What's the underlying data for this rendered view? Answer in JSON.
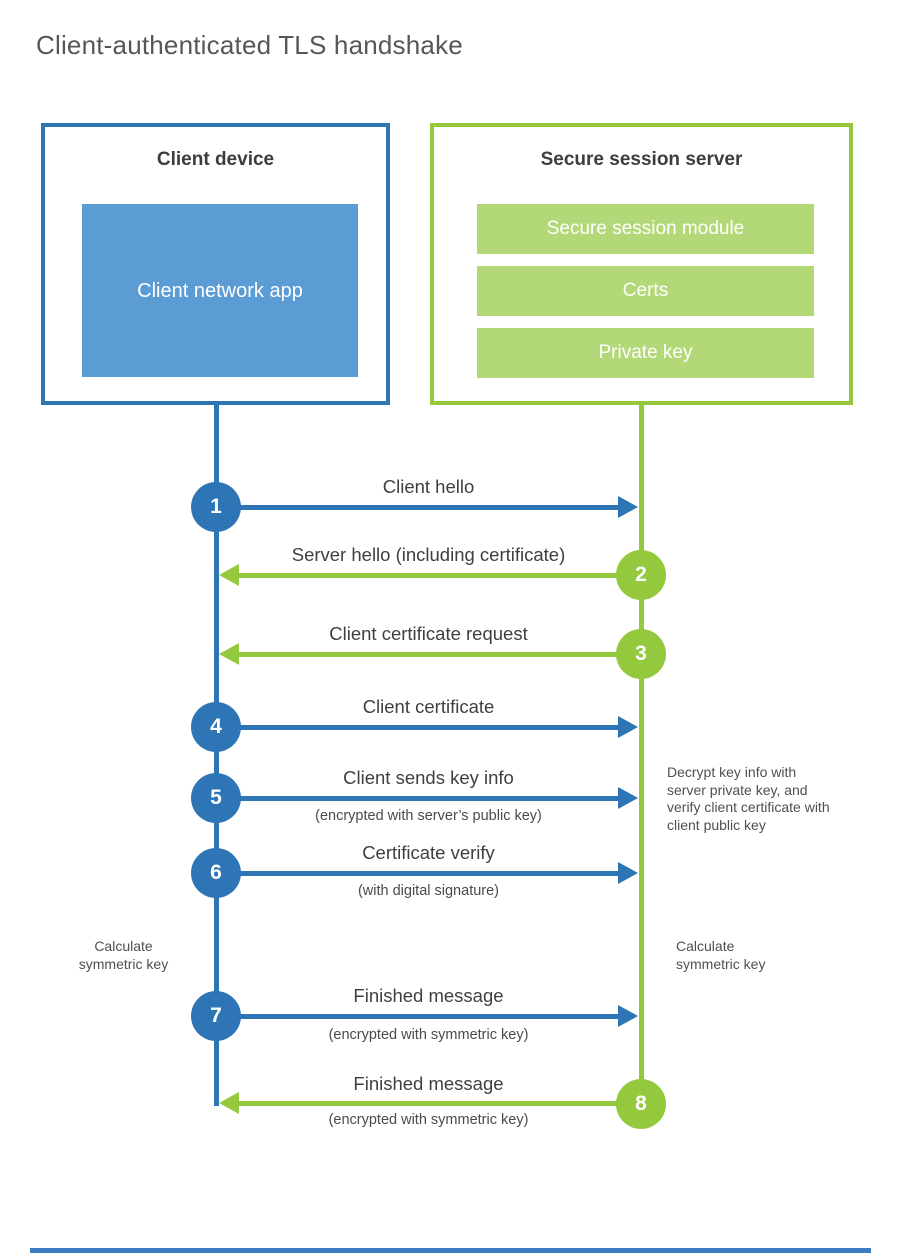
{
  "page": {
    "title": "Client-authenticated TLS handshake"
  },
  "colors": {
    "blue": "#2e75b6",
    "blue_light": "#5b9cd5",
    "green": "#95c93d",
    "green_light": "#b3d878",
    "text_dark": "#3d3d3d",
    "text_gray": "#4f4f4f"
  },
  "client": {
    "title": "Client device",
    "app_label": "Client network app"
  },
  "server": {
    "title": "Secure session server",
    "modules": [
      "Secure session module",
      "Certs",
      "Private key"
    ]
  },
  "steps": [
    {
      "num": "1",
      "actor": "client",
      "direction": "right",
      "label": "Client hello",
      "sublabel": ""
    },
    {
      "num": "2",
      "actor": "server",
      "direction": "left",
      "label": "Server hello (including certificate)",
      "sublabel": ""
    },
    {
      "num": "3",
      "actor": "server",
      "direction": "left",
      "label": "Client certificate request",
      "sublabel": ""
    },
    {
      "num": "4",
      "actor": "client",
      "direction": "right",
      "label": "Client certificate",
      "sublabel": ""
    },
    {
      "num": "5",
      "actor": "client",
      "direction": "right",
      "label": "Client sends key info",
      "sublabel": "(encrypted with server’s public key)"
    },
    {
      "num": "6",
      "actor": "client",
      "direction": "right",
      "label": "Certificate verify",
      "sublabel": "(with digital signature)"
    },
    {
      "num": "7",
      "actor": "client",
      "direction": "right",
      "label": "Finished message",
      "sublabel": "(encrypted with symmetric key)"
    },
    {
      "num": "8",
      "actor": "server",
      "direction": "left",
      "label": "Finished message",
      "sublabel": "(encrypted with symmetric key)"
    }
  ],
  "annotations": {
    "decrypt_note": "Decrypt key info with server private key, and verify client certificate with client public key",
    "calculate_left": "Calculate symmetric key",
    "calculate_right": "Calculate symmetric key"
  }
}
